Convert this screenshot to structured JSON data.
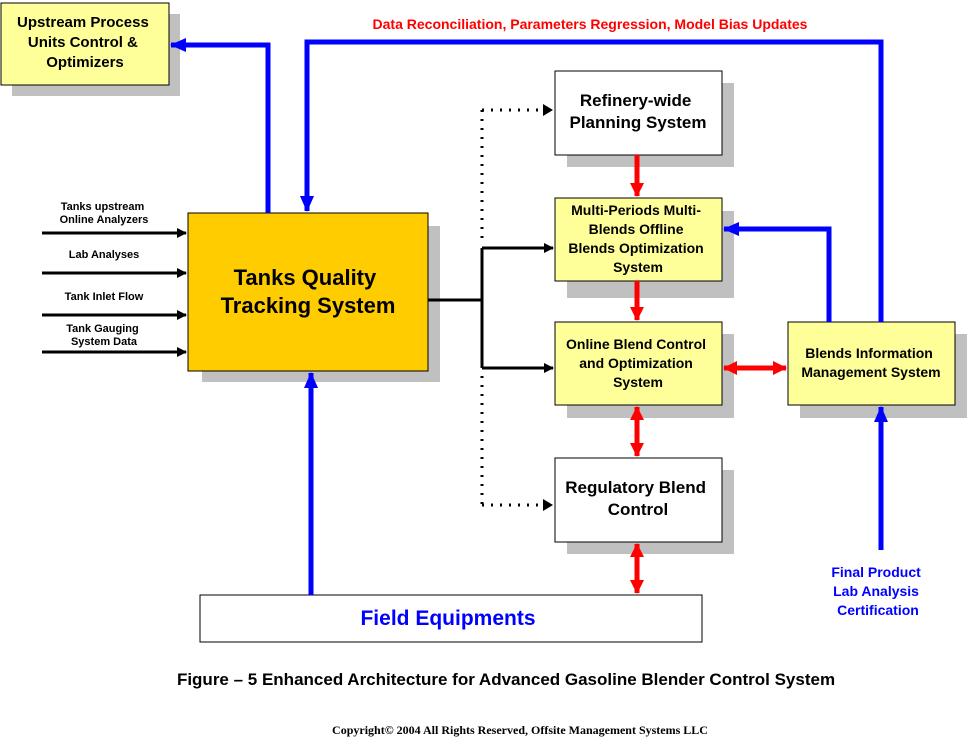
{
  "nodes": {
    "upstream": [
      "Upstream Process",
      "Units Control &",
      "Optimizers"
    ],
    "tqts": [
      "Tanks Quality",
      "Tracking System"
    ],
    "refinery": [
      "Refinery-wide",
      "Planning System"
    ],
    "multi": [
      "Multi-Periods Multi-",
      "Blends Offline",
      "Blends Optimization",
      "System"
    ],
    "online": [
      "Online Blend Control",
      "and Optimization",
      "System"
    ],
    "regulatory": [
      "Regulatory Blend",
      "Control"
    ],
    "bims": [
      "Blends Information",
      "Management System"
    ],
    "field": "Field Equipments"
  },
  "inputs": {
    "analyzers": [
      "Tanks upstream",
      "Online Analyzers"
    ],
    "lab": "Lab Analyses",
    "inlet": "Tank Inlet Flow",
    "gauging": [
      "Tank Gauging",
      "System Data"
    ]
  },
  "annotations": {
    "feedback": "Data Reconciliation, Parameters Regression, Model Bias Updates",
    "final_product": [
      "Final Product",
      "Lab Analysis",
      "Certification"
    ]
  },
  "caption": "Figure – 5 Enhanced Architecture for Advanced Gasoline Blender Control System",
  "copyright": "Copyright© 2004 All Rights Reserved, Offsite Management Systems LLC",
  "colors": {
    "blue": "#0000ff",
    "red": "#ff0000",
    "orange_fill": "#ffcc00",
    "yellow_fill": "#ffff99",
    "shadow": "#c0c0c0",
    "black": "#000000",
    "text_red": "#ff0000",
    "text_blue": "#0000ff"
  }
}
